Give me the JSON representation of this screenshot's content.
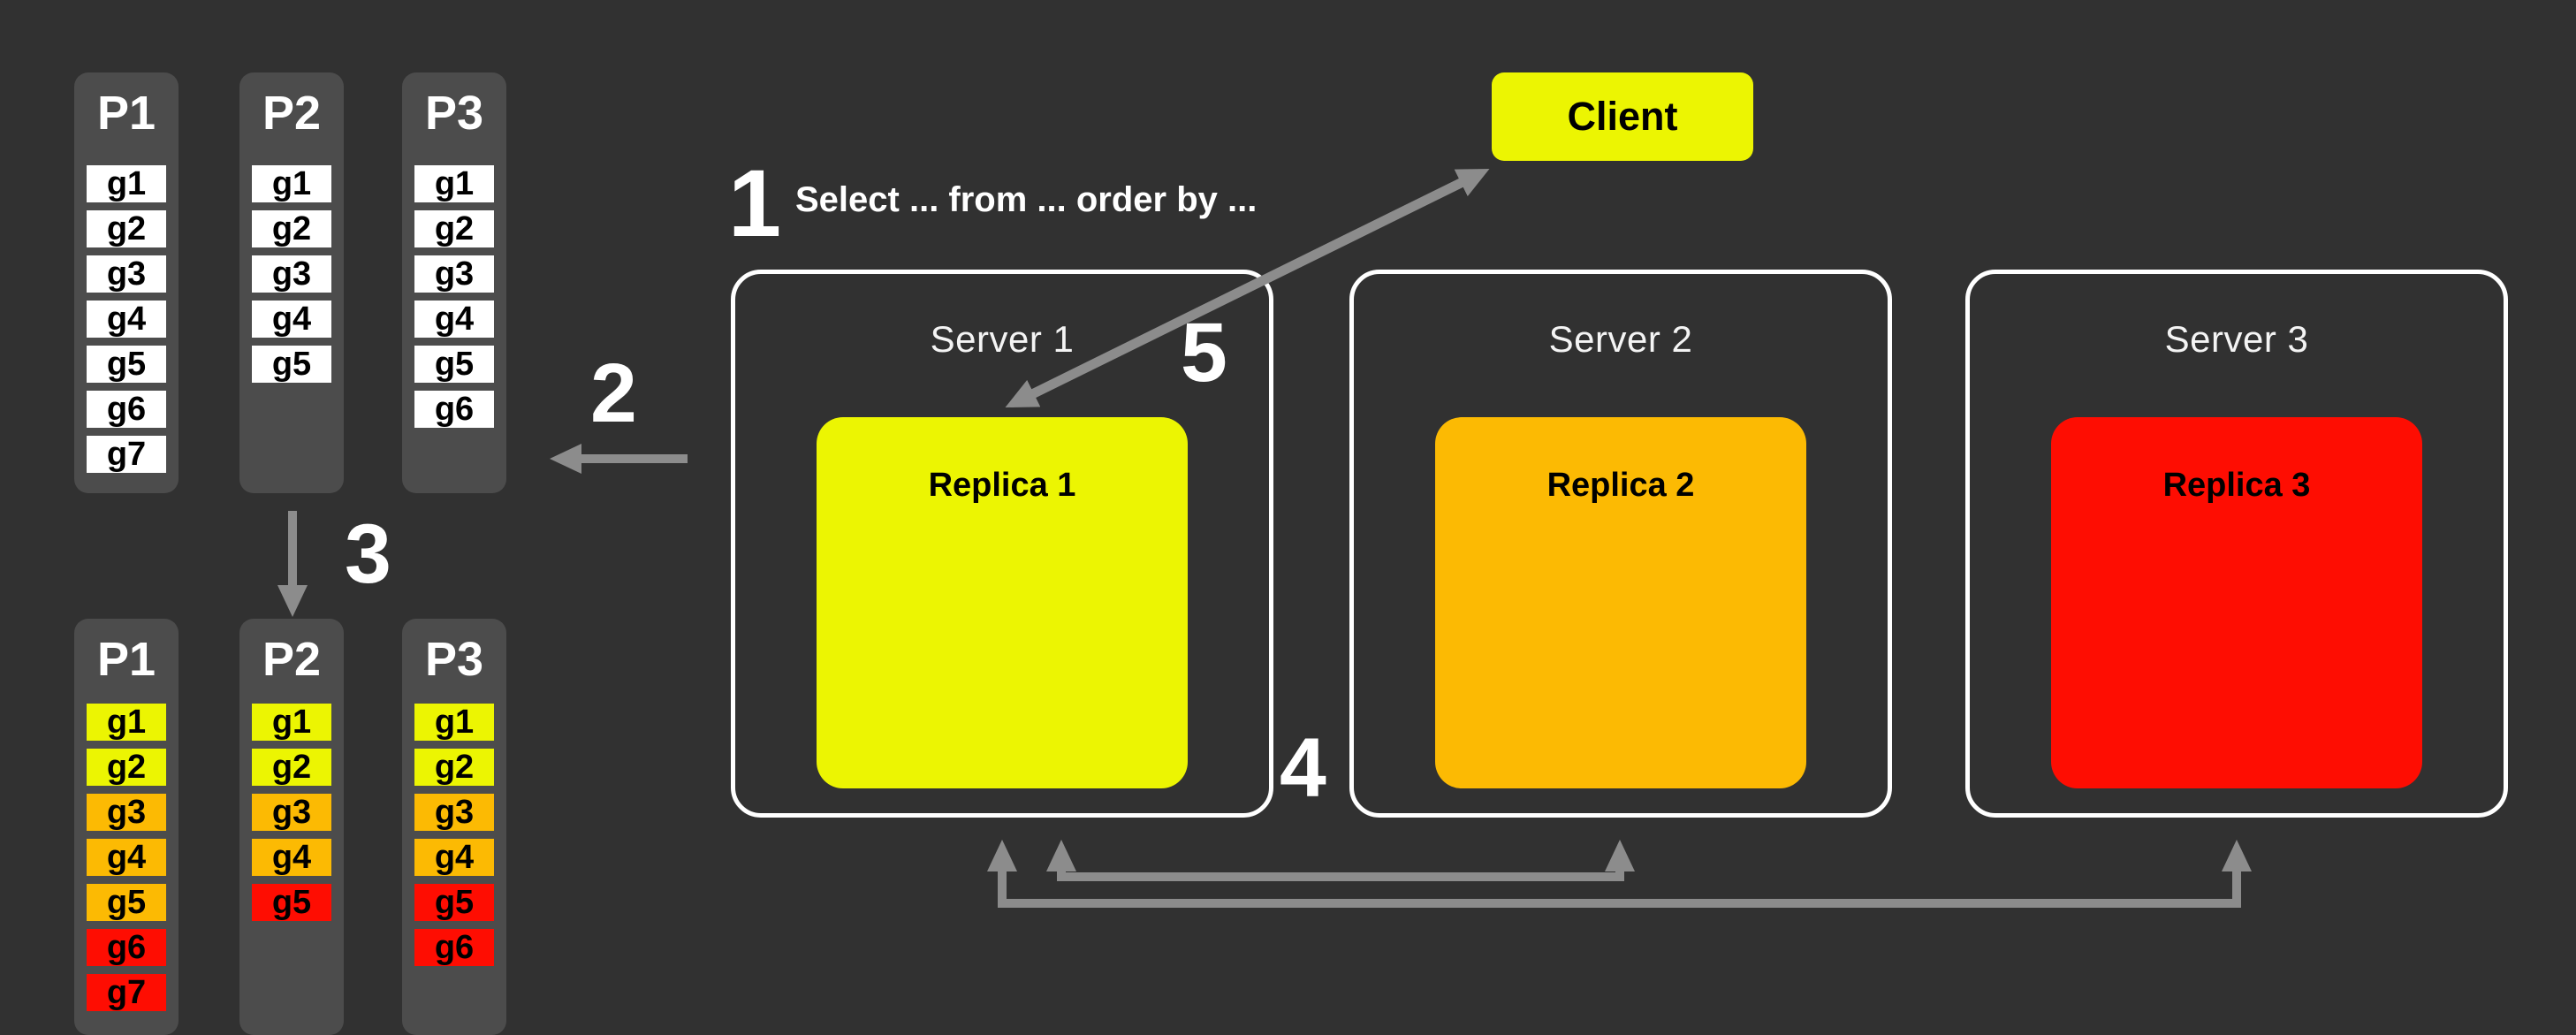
{
  "colors": {
    "background": "#313131",
    "panel_gray": "#4C4C4C",
    "yellow": "#ECF502",
    "orange": "#FCBA03",
    "red": "#FE0D02",
    "arrow_gray": "#8C8C8C",
    "server_border": "#FFFFFF",
    "cell_white": "#FFFFFF"
  },
  "steps": {
    "n1": "1",
    "query": "Select ... from ... order by ...",
    "n2": "2",
    "n3": "3",
    "n4": "4",
    "n5": "5"
  },
  "client": {
    "label": "Client"
  },
  "servers": [
    {
      "name": "Server 1",
      "replica": {
        "label": "Replica 1",
        "color": "#ECF502"
      }
    },
    {
      "name": "Server 2",
      "replica": {
        "label": "Replica 2",
        "color": "#FCBA03"
      }
    },
    {
      "name": "Server 3",
      "replica": {
        "label": "Replica 3",
        "color": "#FE0D02"
      }
    }
  ],
  "partitions_unsorted": [
    {
      "name": "P1",
      "cells": [
        "g1",
        "g2",
        "g3",
        "g4",
        "g5",
        "g6",
        "g7"
      ]
    },
    {
      "name": "P2",
      "cells": [
        "g1",
        "g2",
        "g3",
        "g4",
        "g5"
      ]
    },
    {
      "name": "P3",
      "cells": [
        "g1",
        "g2",
        "g3",
        "g4",
        "g5",
        "g6"
      ]
    }
  ],
  "partitions_sorted": [
    {
      "name": "P1",
      "cells": [
        {
          "label": "g1",
          "color": "#ECF502"
        },
        {
          "label": "g2",
          "color": "#ECF502"
        },
        {
          "label": "g3",
          "color": "#FCBA03"
        },
        {
          "label": "g4",
          "color": "#FCBA03"
        },
        {
          "label": "g5",
          "color": "#FCBA03"
        },
        {
          "label": "g6",
          "color": "#FE0D02"
        },
        {
          "label": "g7",
          "color": "#FE0D02"
        }
      ]
    },
    {
      "name": "P2",
      "cells": [
        {
          "label": "g1",
          "color": "#ECF502"
        },
        {
          "label": "g2",
          "color": "#ECF502"
        },
        {
          "label": "g3",
          "color": "#FCBA03"
        },
        {
          "label": "g4",
          "color": "#FCBA03"
        },
        {
          "label": "g5",
          "color": "#FE0D02"
        }
      ]
    },
    {
      "name": "P3",
      "cells": [
        {
          "label": "g1",
          "color": "#ECF502"
        },
        {
          "label": "g2",
          "color": "#ECF502"
        },
        {
          "label": "g3",
          "color": "#FCBA03"
        },
        {
          "label": "g4",
          "color": "#FCBA03"
        },
        {
          "label": "g5",
          "color": "#FE0D02"
        },
        {
          "label": "g6",
          "color": "#FE0D02"
        }
      ]
    }
  ]
}
